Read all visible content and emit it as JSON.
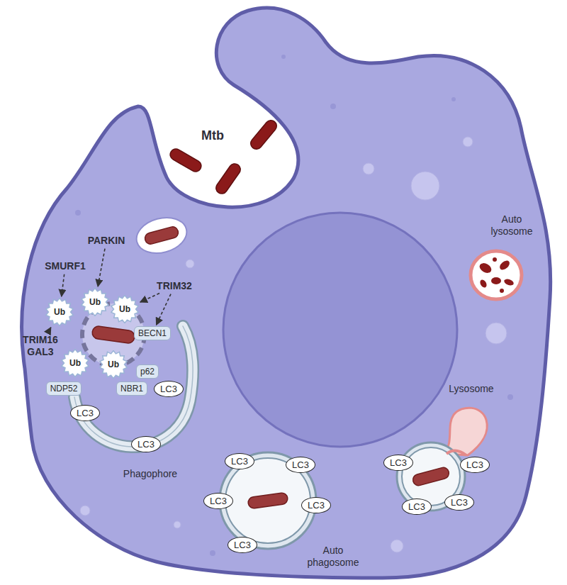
{
  "diagram": {
    "nodes": [
      {
        "text": [
          "PARKIN"
        ]
      },
      {
        "text": [
          "SMURF1"
        ]
      },
      {
        "text": [
          "TRIM32"
        ]
      },
      {
        "text": [
          "Ub"
        ]
      },
      {
        "text": [
          "Ub"
        ]
      },
      {
        "text": [
          "Ub"
        ]
      },
      {
        "text": [
          "TRIM16",
          "GAL3"
        ]
      },
      {
        "text": [
          "BECN1"
        ]
      },
      {
        "text": [
          "Ub"
        ]
      },
      {
        "text": [
          "Ub"
        ]
      },
      {
        "text": [
          "p62"
        ]
      },
      {
        "text": [
          "NDP52"
        ]
      },
      {
        "text": [
          "NBR1"
        ]
      },
      {
        "text": [
          "LC3"
        ]
      },
      {
        "text": [
          "LC3"
        ]
      },
      {
        "text": [
          "LC3"
        ]
      },
      {
        "text": [
          "LC3"
        ]
      },
      {
        "text": [
          "LC3"
        ]
      },
      {
        "text": [
          "LC3"
        ]
      },
      {
        "text": [
          "LC3"
        ]
      },
      {
        "text": [
          "LC3"
        ]
      },
      {
        "text": [
          "LC3"
        ]
      },
      {
        "text": [
          "LC3"
        ]
      },
      {
        "text": [
          "LC3"
        ]
      },
      {
        "text": [
          "LC3"
        ]
      }
    ],
    "edges": [
      {
        "from": 1,
        "to": 3,
        "arrow": "to"
      },
      {
        "from": 0,
        "to": 4,
        "arrow": "to"
      },
      {
        "from": 2,
        "to": 5,
        "arrow": "to"
      },
      {
        "from": 2,
        "to": 7,
        "arrow": "to"
      },
      {
        "from": 6,
        "to": 3,
        "arrow": "to"
      }
    ],
    "labels": [
      "Mtb",
      "Phagophore",
      "Auto phagosome",
      "Auto lysosome",
      "Lysosome"
    ]
  }
}
